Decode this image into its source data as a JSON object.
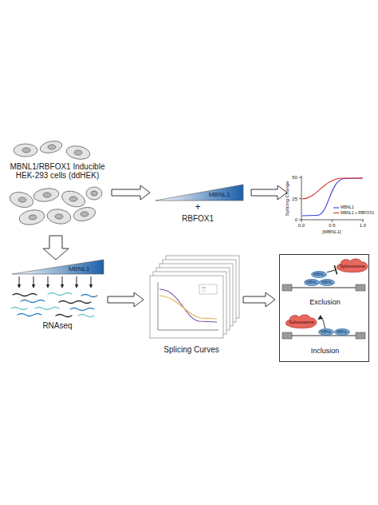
{
  "diagram": {
    "nodes": [
      {
        "text": [
          "MBNL1"
        ]
      },
      {
        "text": [
          "MBNL1"
        ]
      },
      {
        "text": [
          "Exclusion",
          "Inclusion"
        ]
      },
      {
        "text": [
          "MBNL"
        ],
        "in": 2
      },
      {
        "text": [
          "MBNL"
        ],
        "in": 2
      },
      {
        "text": [
          "MBNL"
        ],
        "in": 2
      },
      {
        "text": [
          "Spliceosome"
        ],
        "in": 2
      },
      {
        "text": [
          "Spliceosome"
        ],
        "in": 2
      },
      {
        "text": [
          "MBNL"
        ],
        "in": 2
      },
      {
        "text": [
          "MBNL"
        ],
        "in": 2
      }
    ],
    "edges": [
      {
        "from": 3,
        "to": 6,
        "arrow": "none"
      },
      {
        "from": 8,
        "to": 7,
        "arrow": "to"
      }
    ],
    "labels": [
      "MBNL1/RBFOX1 Inducible HEK-293 cells (ddHEK)",
      "+",
      "RBFOX1",
      "50",
      "25",
      "0",
      "0.0",
      "0.5",
      "1.0",
      "Splicing Change",
      "[MBNL1]",
      "RNAseq",
      "Splicing Curves"
    ],
    "legend": [
      {
        "text": "MBNL1"
      },
      {
        "text": "MBNL1 + RBFOX1"
      }
    ]
  }
}
